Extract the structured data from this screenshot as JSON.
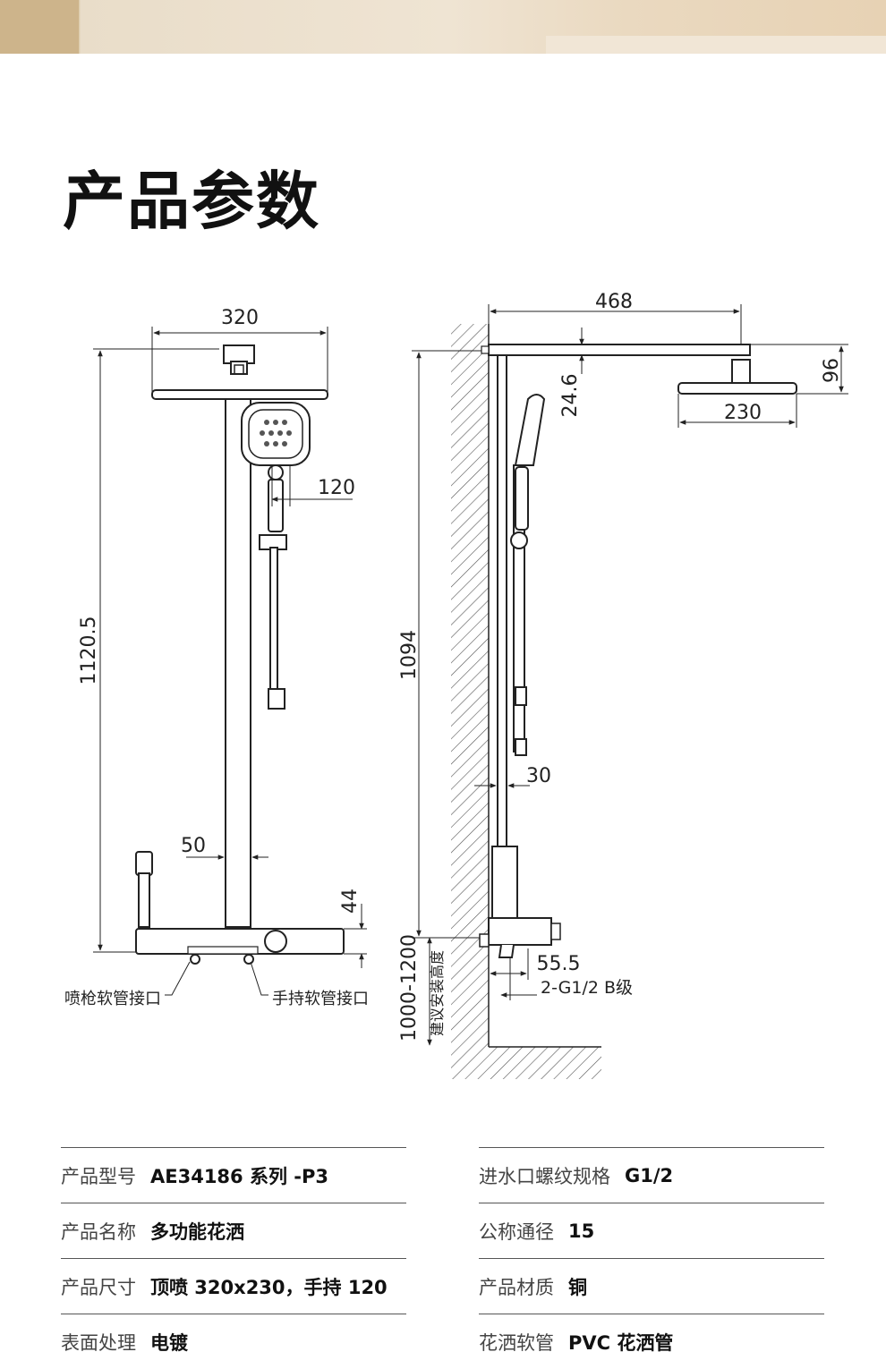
{
  "page_title": "产品参数",
  "drawing_labels": {
    "front": {
      "width_top": "320",
      "handheld_width": "120",
      "total_height": "1120.5",
      "pipe_offset": "50",
      "base_height": "44",
      "spray_gun_hose_port": "喷枪软管接口",
      "handheld_hose_port": "手持软管接口"
    },
    "side": {
      "arm_length": "468",
      "head_thickness": "96",
      "arm_clearance": "24.6",
      "head_diameter": "230",
      "pipe_height": "1094",
      "pipe_gap": "30",
      "inlet_depth": "55.5",
      "thread_spec": "2-G1/2 B级",
      "install_height": "1000-1200",
      "install_height_note": "建议安装高度"
    }
  },
  "specs_left": [
    {
      "label": "产品型号",
      "value": "AE34186 系列 -P3"
    },
    {
      "label": "产品名称",
      "value": "多功能花洒"
    },
    {
      "label": "产品尺寸",
      "value": "顶喷 320x230，手持 120"
    },
    {
      "label": "表面处理",
      "value": "电镀"
    }
  ],
  "specs_right": [
    {
      "label": "进水口螺纹规格",
      "value": "G1/2"
    },
    {
      "label": "公称通径",
      "value": "15"
    },
    {
      "label": "产品材质",
      "value": "铜"
    },
    {
      "label": "花洒软管",
      "value": "PVC 花洒管"
    }
  ]
}
